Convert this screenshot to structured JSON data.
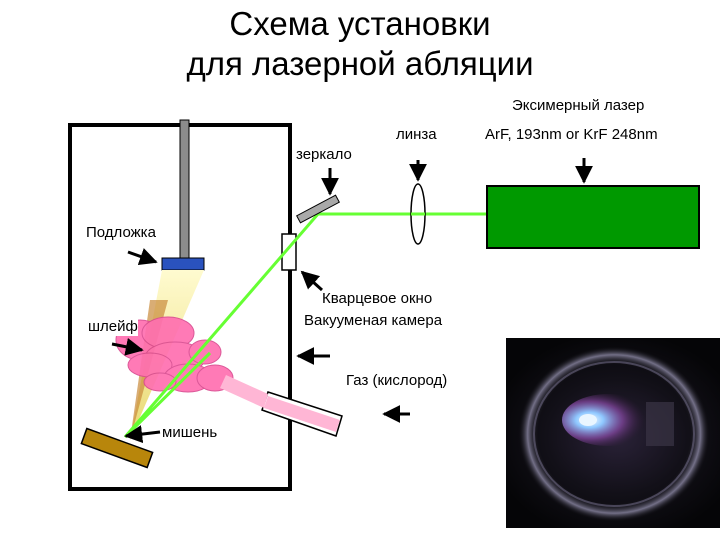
{
  "title": {
    "line1": "Схема установки",
    "line2": "для лазерной абляции"
  },
  "labels": {
    "laser_line1": "Эксимерный лазер",
    "laser_line2": "ArF, 193nm or KrF 248nm",
    "mirror": "зеркало",
    "lens": "линза",
    "substrate": "Подложка",
    "window_line1": "Кварцевое окно",
    "window_line2": "Вакууменая камера",
    "plume": "шлейф",
    "gas": "Газ (кислород)",
    "target": "мишень"
  },
  "colors": {
    "laser_body": "#009900",
    "beam": "#66ff33",
    "plume": "#ff6fb0",
    "substrate": "#2a52be",
    "target": "#b8860b",
    "gas_tube": "#ffb6d5"
  }
}
